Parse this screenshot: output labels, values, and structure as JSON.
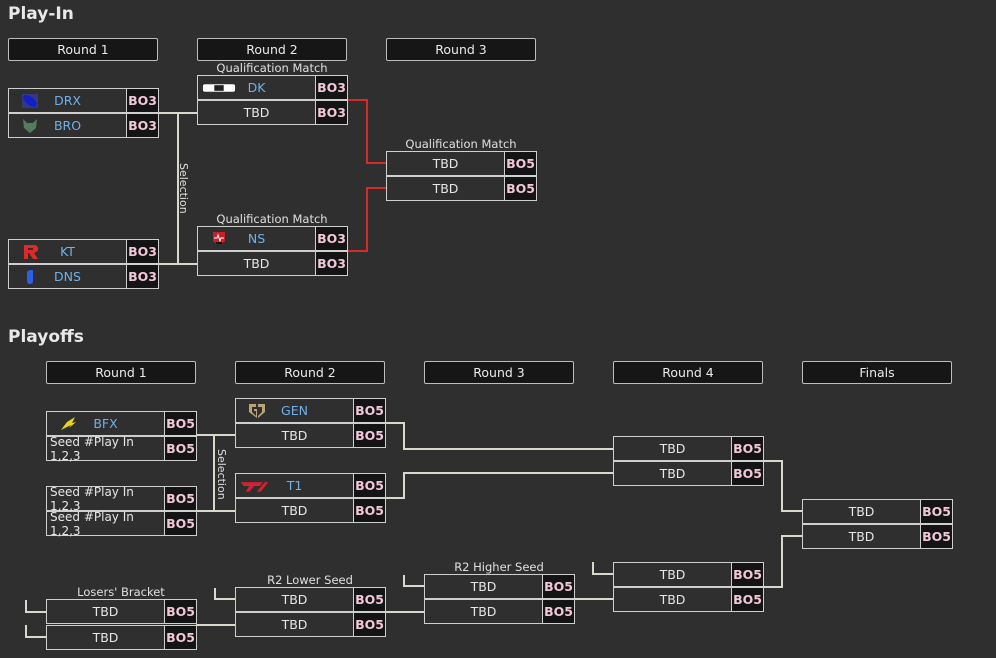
{
  "playin": {
    "title": "Play-In",
    "rounds": [
      "Round 1",
      "Round 2",
      "Round 3"
    ],
    "selection_label": "Selection",
    "round1": [
      {
        "team": "DRX",
        "logo": "drx-logo",
        "format": "BO3"
      },
      {
        "team": "BRO",
        "logo": "bro-logo",
        "format": "BO3"
      },
      {
        "team": "KT",
        "logo": "kt-logo",
        "format": "BO3"
      },
      {
        "team": "DNS",
        "logo": "dns-logo",
        "format": "BO3"
      }
    ],
    "round2": [
      {
        "label": "Qualification Match",
        "slots": [
          {
            "team": "DK",
            "logo": "dk-logo",
            "format": "BO3"
          },
          {
            "team": "TBD",
            "format": "BO3"
          }
        ]
      },
      {
        "label": "Qualification Match",
        "slots": [
          {
            "team": "NS",
            "logo": "ns-logo",
            "format": "BO3"
          },
          {
            "team": "TBD",
            "format": "BO3"
          }
        ]
      }
    ],
    "round3": {
      "label": "Qualification Match",
      "slots": [
        {
          "team": "TBD",
          "format": "BO5"
        },
        {
          "team": "TBD",
          "format": "BO5"
        }
      ]
    },
    "connector_color": "#d42a2a"
  },
  "playoffs": {
    "title": "Playoffs",
    "rounds": [
      "Round 1",
      "Round 2",
      "Round 3",
      "Round 4",
      "Finals"
    ],
    "selection_label": "Selection",
    "round1": [
      {
        "team": "BFX",
        "logo": "bfx-logo",
        "format": "BO5"
      },
      {
        "team": "Seed #Play In 1,2,3",
        "format": "BO5"
      },
      {
        "team": "Seed #Play In 1,2,3",
        "format": "BO5"
      },
      {
        "team": "Seed #Play In 1,2,3",
        "format": "BO5"
      }
    ],
    "round2": [
      {
        "team": "GEN",
        "logo": "gen-logo",
        "format": "BO5"
      },
      {
        "team": "TBD",
        "format": "BO5"
      },
      {
        "team": "T1",
        "logo": "t1-logo",
        "format": "BO5"
      },
      {
        "team": "TBD",
        "format": "BO5"
      }
    ],
    "round4_upper": [
      {
        "team": "TBD",
        "format": "BO5"
      },
      {
        "team": "TBD",
        "format": "BO5"
      }
    ],
    "finals": [
      {
        "team": "TBD",
        "format": "BO5"
      },
      {
        "team": "TBD",
        "format": "BO5"
      }
    ],
    "losers_bracket": {
      "label": "Losers' Bracket",
      "slots": [
        {
          "team": "TBD",
          "format": "BO5"
        },
        {
          "team": "TBD",
          "format": "BO5"
        }
      ]
    },
    "r2_lower_seed": {
      "label": "R2 Lower Seed",
      "slots": [
        {
          "team": "TBD",
          "format": "BO5"
        },
        {
          "team": "TBD",
          "format": "BO5"
        }
      ]
    },
    "r2_higher_seed": {
      "label": "R2 Higher Seed",
      "slots": [
        {
          "team": "TBD",
          "format": "BO5"
        },
        {
          "team": "TBD",
          "format": "BO5"
        }
      ]
    },
    "round4_lower": [
      {
        "team": "TBD",
        "format": "BO5"
      },
      {
        "team": "TBD",
        "format": "BO5"
      }
    ]
  },
  "colors": {
    "background": "#2f2f2f",
    "team_name": "#6fb1e8",
    "format_text": "#f0c6d8",
    "line": "#d8d8cc",
    "highlight_line": "#d42a2a"
  }
}
